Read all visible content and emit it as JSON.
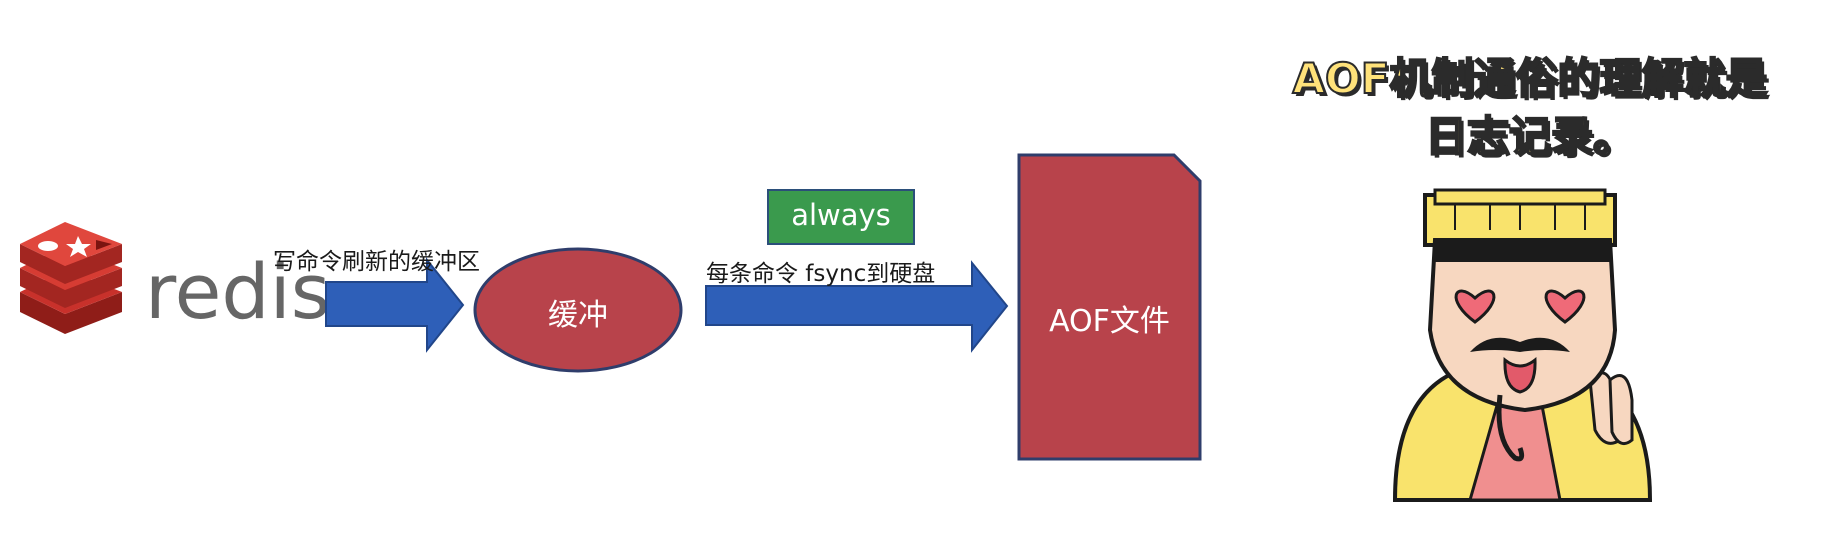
{
  "flow": {
    "source_logo": "redis",
    "step1_label": "写命令刷新的缓冲区",
    "buffer_label": "缓冲",
    "policy_badge": "always",
    "step2_label": "每条命令 fsync到硬盘",
    "target_label": "AOF文件"
  },
  "caption": {
    "line1": "AOF机制通俗的理解就是",
    "line2": "日志记录。"
  },
  "colors": {
    "arrow": "#2e5fb8",
    "node_fill": "#b8434b",
    "node_border": "#2f3d6b",
    "badge_fill": "#3a9a4d",
    "redis_logo": "#c8312b",
    "redis_text": "#666666",
    "caption_fill": "#ffe27a"
  },
  "icons": {
    "logo": "redis-stack-icon",
    "mascot": "emperor-heart-eyes-icon"
  }
}
